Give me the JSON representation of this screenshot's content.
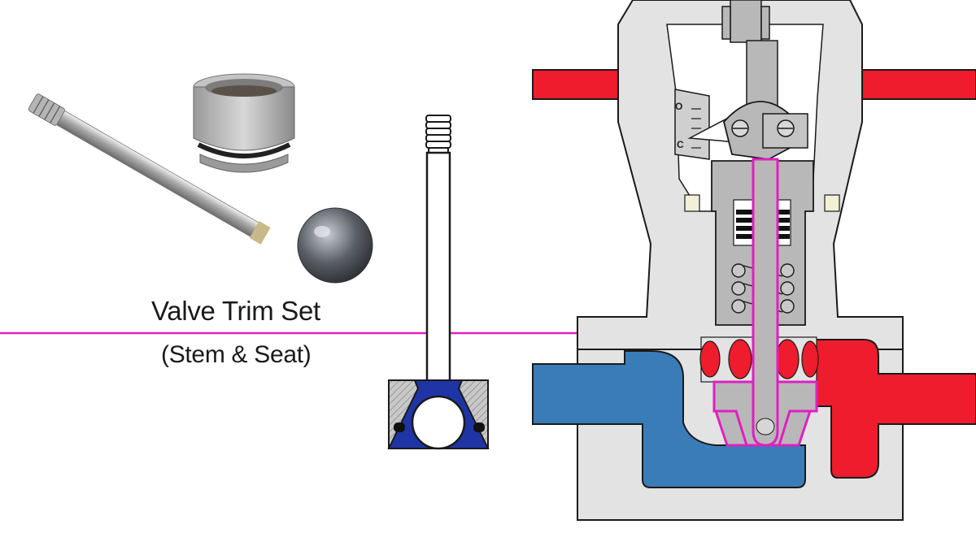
{
  "callout": {
    "title": "Valve Trim Set",
    "subtitle": "(Stem & Seat)"
  },
  "gauge": {
    "open_mark": "O",
    "closed_mark": "C"
  },
  "colors": {
    "highlight": "#e020c0",
    "hot_flow": "#ee1c2c",
    "cold_flow": "#3a7cb8",
    "seat_blue": "#1f35a6",
    "body_gray": "#e3e3e3",
    "metal_gray": "#b8b8b8",
    "outline": "#1a1a1a"
  }
}
